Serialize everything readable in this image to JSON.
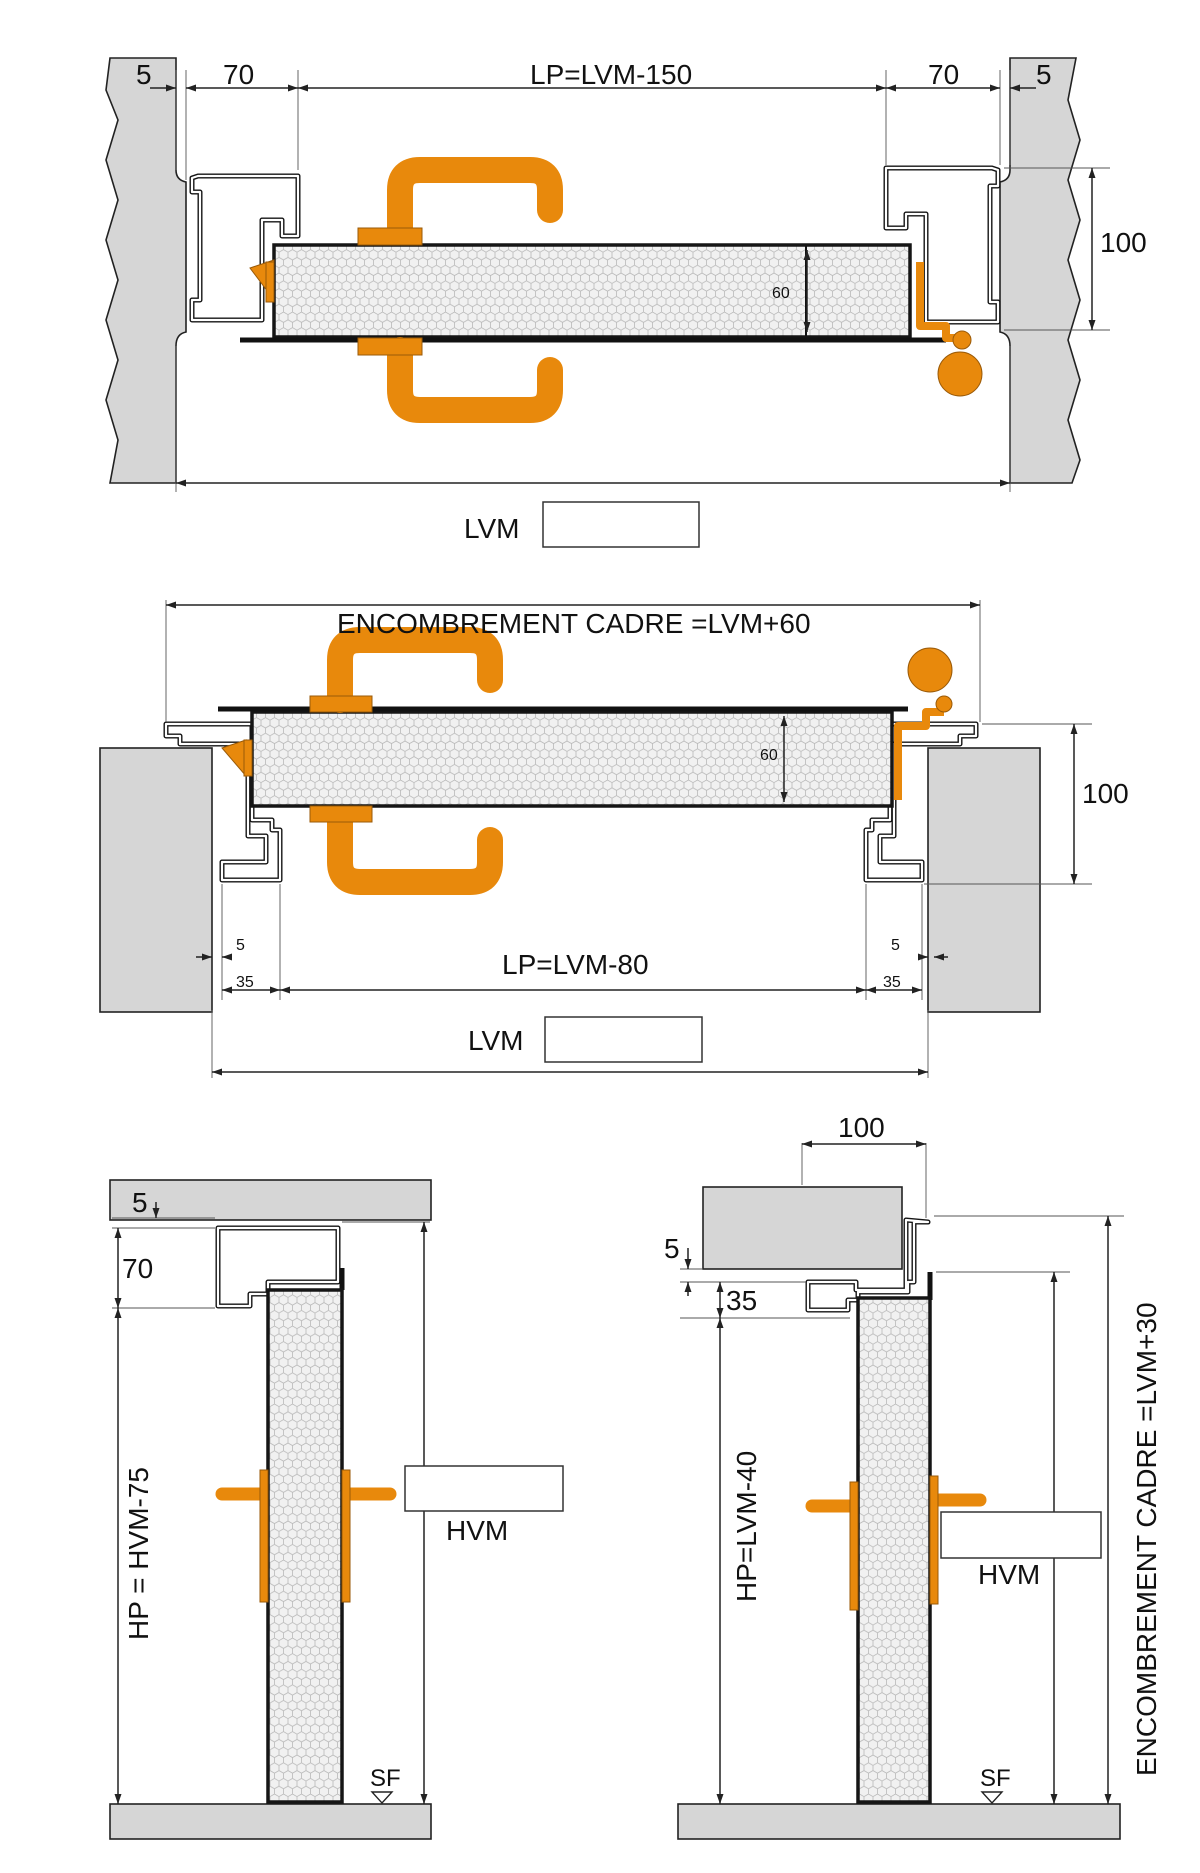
{
  "top_plan": {
    "dim_left_wall": "5",
    "dim_left_frame": "70",
    "dim_passage": "LP=LVM-150",
    "dim_right_frame": "70",
    "dim_right_wall": "5",
    "dim_depth": "100",
    "dim_leaf": "60",
    "lvm_label": "LVM",
    "lvm_value": ""
  },
  "middle_plan": {
    "dim_overall": "ENCOMBREMENT CADRE =LVM+60",
    "dim_depth": "100",
    "dim_leaf": "60",
    "dim_left_gap": "5",
    "dim_left_frame": "35",
    "dim_passage": "LP=LVM-80",
    "dim_right_gap": "5",
    "dim_right_frame": "35",
    "lvm_label": "LVM",
    "lvm_value": ""
  },
  "left_section": {
    "dim_gap": "5",
    "dim_frame": "70",
    "dim_height": "HP = HVM-75",
    "hvm_label": "HVM",
    "hvm_value": "",
    "floor_label": "SF"
  },
  "right_section": {
    "dim_depth": "100",
    "dim_gap": "5",
    "dim_frame": "35",
    "dim_height": "HP=LVM-40",
    "dim_overall": "ENCOMBREMENT CADRE =LVM+30",
    "hvm_label": "HVM",
    "hvm_value": "",
    "floor_label": "SF"
  },
  "colors": {
    "accent_orange": "#e8890c",
    "wall_gray": "#d6d6d6",
    "line_black": "#151515"
  }
}
